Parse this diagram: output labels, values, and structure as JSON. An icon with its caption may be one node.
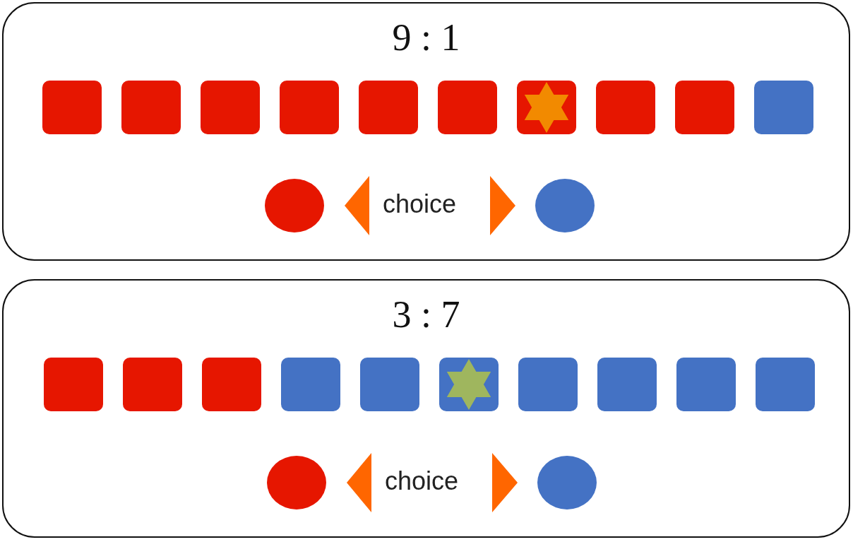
{
  "diagram": {
    "nodes": [
      {
        "text": [
          "9 : 1"
        ]
      },
      {
        "text": [
          "3 : 7"
        ]
      }
    ],
    "labels": [
      "choice",
      "choice"
    ]
  }
}
